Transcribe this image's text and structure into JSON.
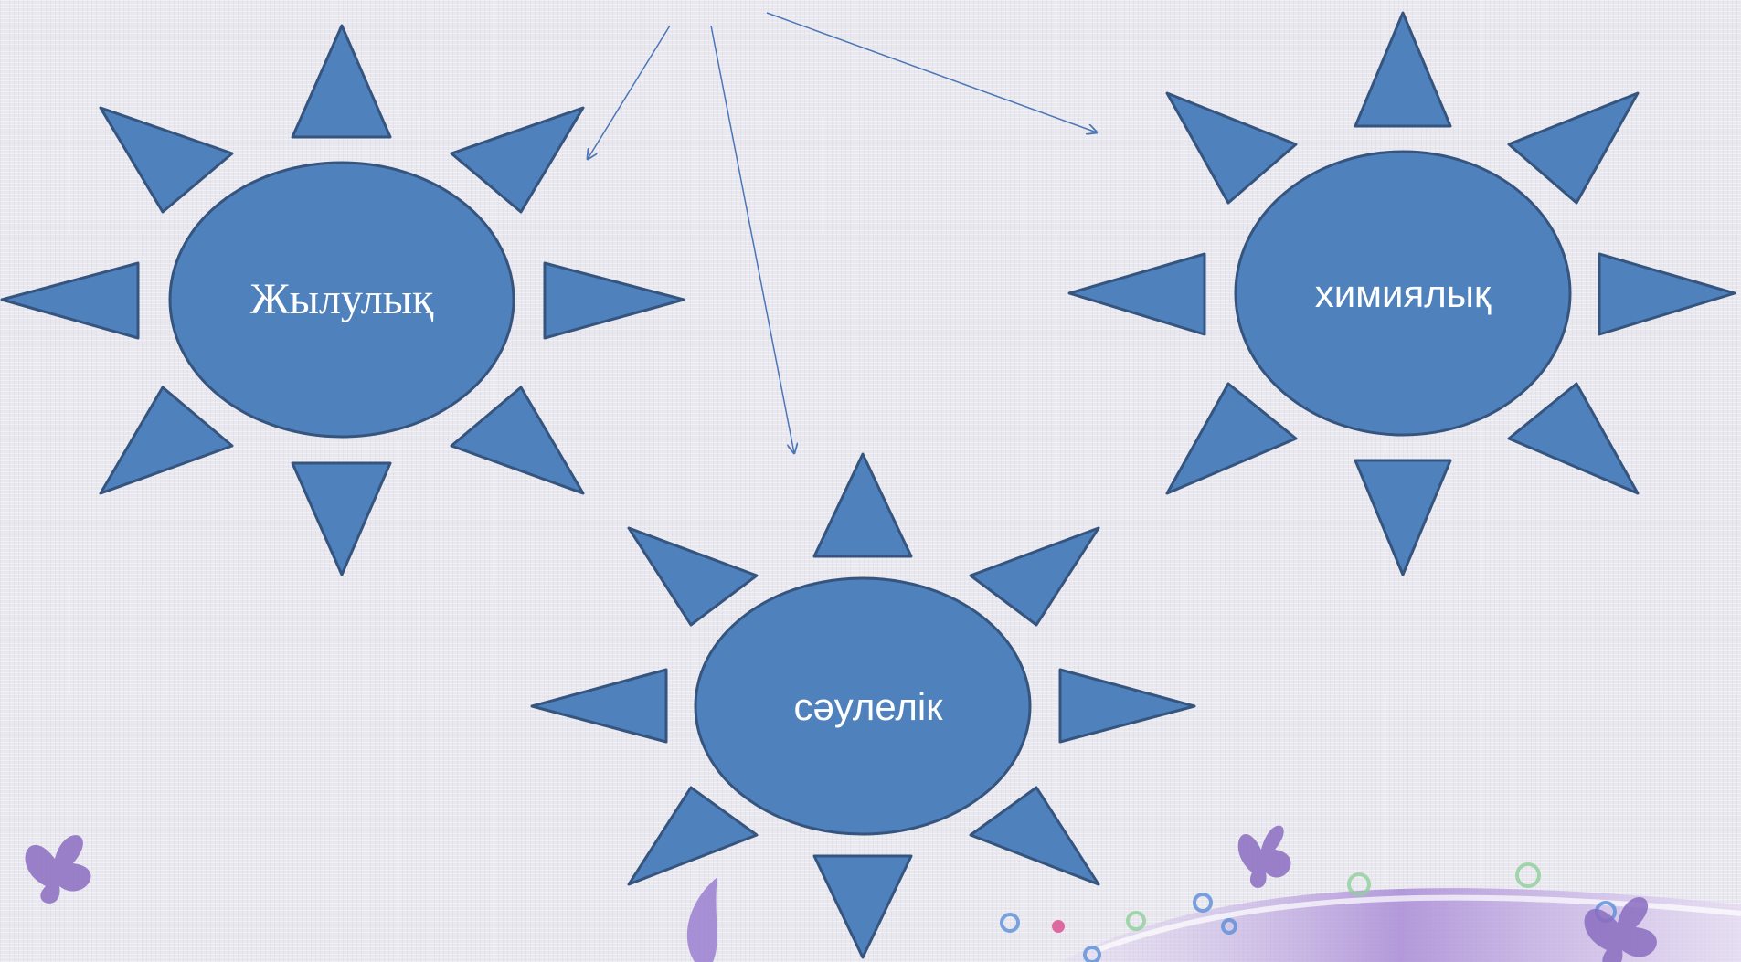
{
  "suns": [
    {
      "id": "left",
      "label": "Жылулық"
    },
    {
      "id": "right",
      "label": "химиялық"
    },
    {
      "id": "bottom",
      "label": "сәулелік"
    }
  ],
  "colors": {
    "shape_fill": "#4f81bd",
    "shape_stroke": "#35557f",
    "arrow": "#4a76b8",
    "label": "#ffffff",
    "decor_purple": "#8a6cc0"
  }
}
